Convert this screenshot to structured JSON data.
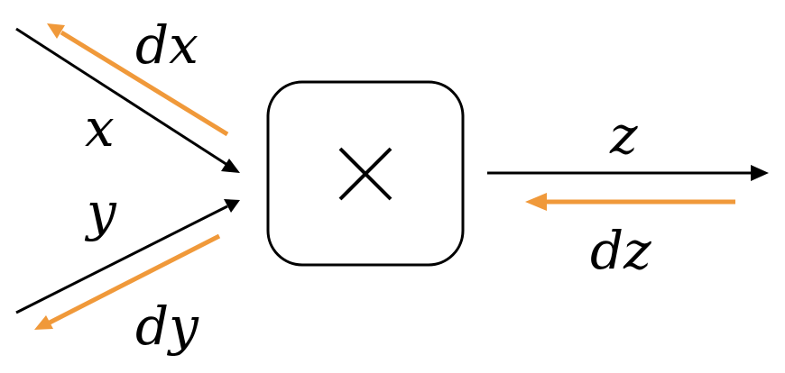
{
  "colors": {
    "forward": "#000000",
    "backward": "#F0993A",
    "background": "#FFFFFF"
  },
  "node": {
    "operation": "multiply",
    "symbol_icon": "times-icon"
  },
  "labels": {
    "input_x": "x",
    "input_y": "y",
    "output_z": "z",
    "grad_x": "dx",
    "grad_y": "dy",
    "grad_z": "dz"
  }
}
